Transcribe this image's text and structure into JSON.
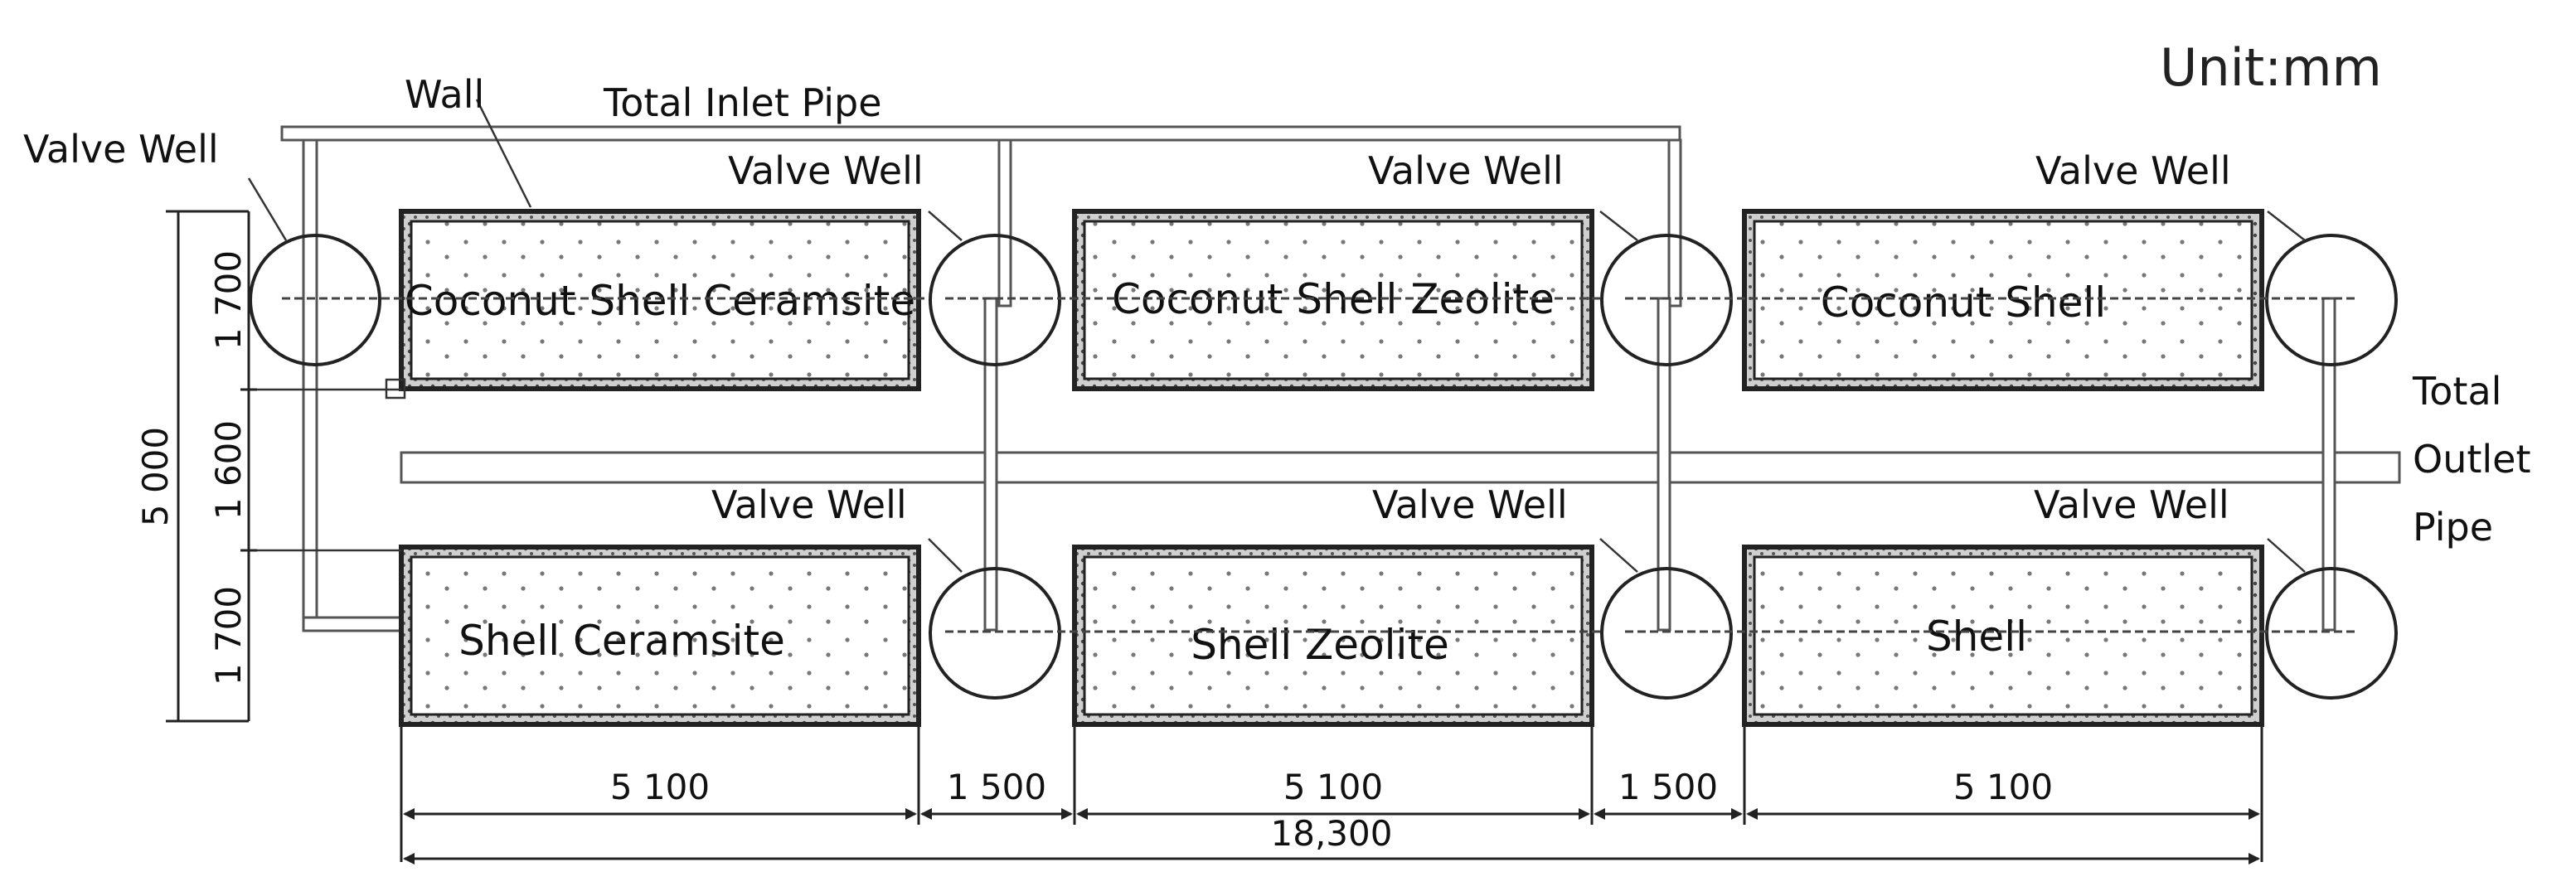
{
  "unit_label": "Unit:mm",
  "labels": {
    "wall": "Wall",
    "total_inlet_pipe": "Total Inlet Pipe",
    "valve_well": "Valve Well",
    "total_outlet_pipe_line1": "Total",
    "total_outlet_pipe_line2": "Outlet",
    "total_outlet_pipe_line3": "Pipe"
  },
  "tanks": {
    "top": [
      "Coconut Shell Ceramsite",
      "Coconut Shell Zeolite",
      "Coconut Shell"
    ],
    "bottom": [
      "Shell Ceramsite",
      "Shell Zeolite",
      "Shell"
    ]
  },
  "dimensions": {
    "horizontal": [
      "5 100",
      "1 500",
      "5 100",
      "1 500",
      "5 100"
    ],
    "total_length": "18,300",
    "vertical_parts": [
      "1 700",
      "1 600",
      "1 700"
    ],
    "total_width": "5 000"
  },
  "colors": {
    "line": "#222222",
    "pipe": "#555555",
    "wall_fill": "#bbbbbb",
    "text": "#111111"
  }
}
